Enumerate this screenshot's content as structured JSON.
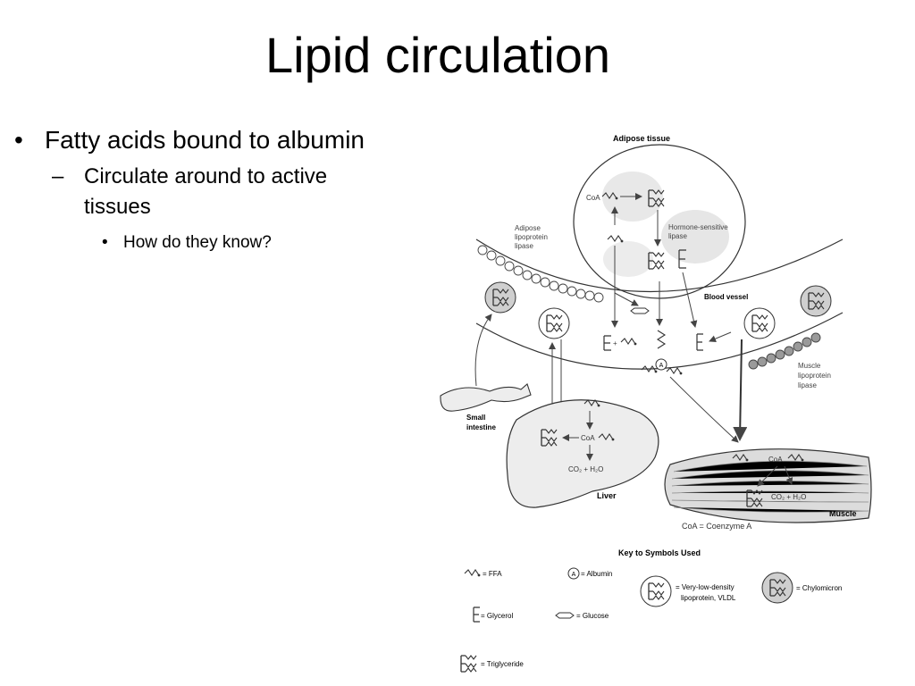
{
  "slide": {
    "title": "Lipid circulation",
    "bullets": {
      "level1": "Fatty acids bound to albumin",
      "level2": "Circulate around to active tissues",
      "level3": "How do they know?"
    }
  },
  "figure": {
    "adipose_tissue": "Adipose tissue",
    "adipose_lipase": [
      "Adipose",
      "lipoprotein",
      "lipase"
    ],
    "hormone_lipase": [
      "Hormone-sensitive",
      "lipase"
    ],
    "blood_vessel": "Blood vessel",
    "muscle_lipase": [
      "Muscle",
      "lipoprotein",
      "lipase"
    ],
    "small_intestine": [
      "Small",
      "intestine"
    ],
    "liver": "Liver",
    "muscle": "Muscle",
    "coa": "CoA",
    "co2_h2o": "CO₂ + H₂O",
    "plus": "+",
    "coa_def": "CoA = Coenzyme A",
    "key_title": "Key to Symbols Used",
    "key": {
      "ffa": "= FFA",
      "albumin": "= Albumin",
      "vldl": [
        "= Very-low-density",
        "lipoprotein, VLDL"
      ],
      "chylomicron": "= Chylomicron",
      "glycerol": "= Glycerol",
      "glucose": "= Glucose",
      "triglyceride": "= Triglyceride"
    }
  }
}
